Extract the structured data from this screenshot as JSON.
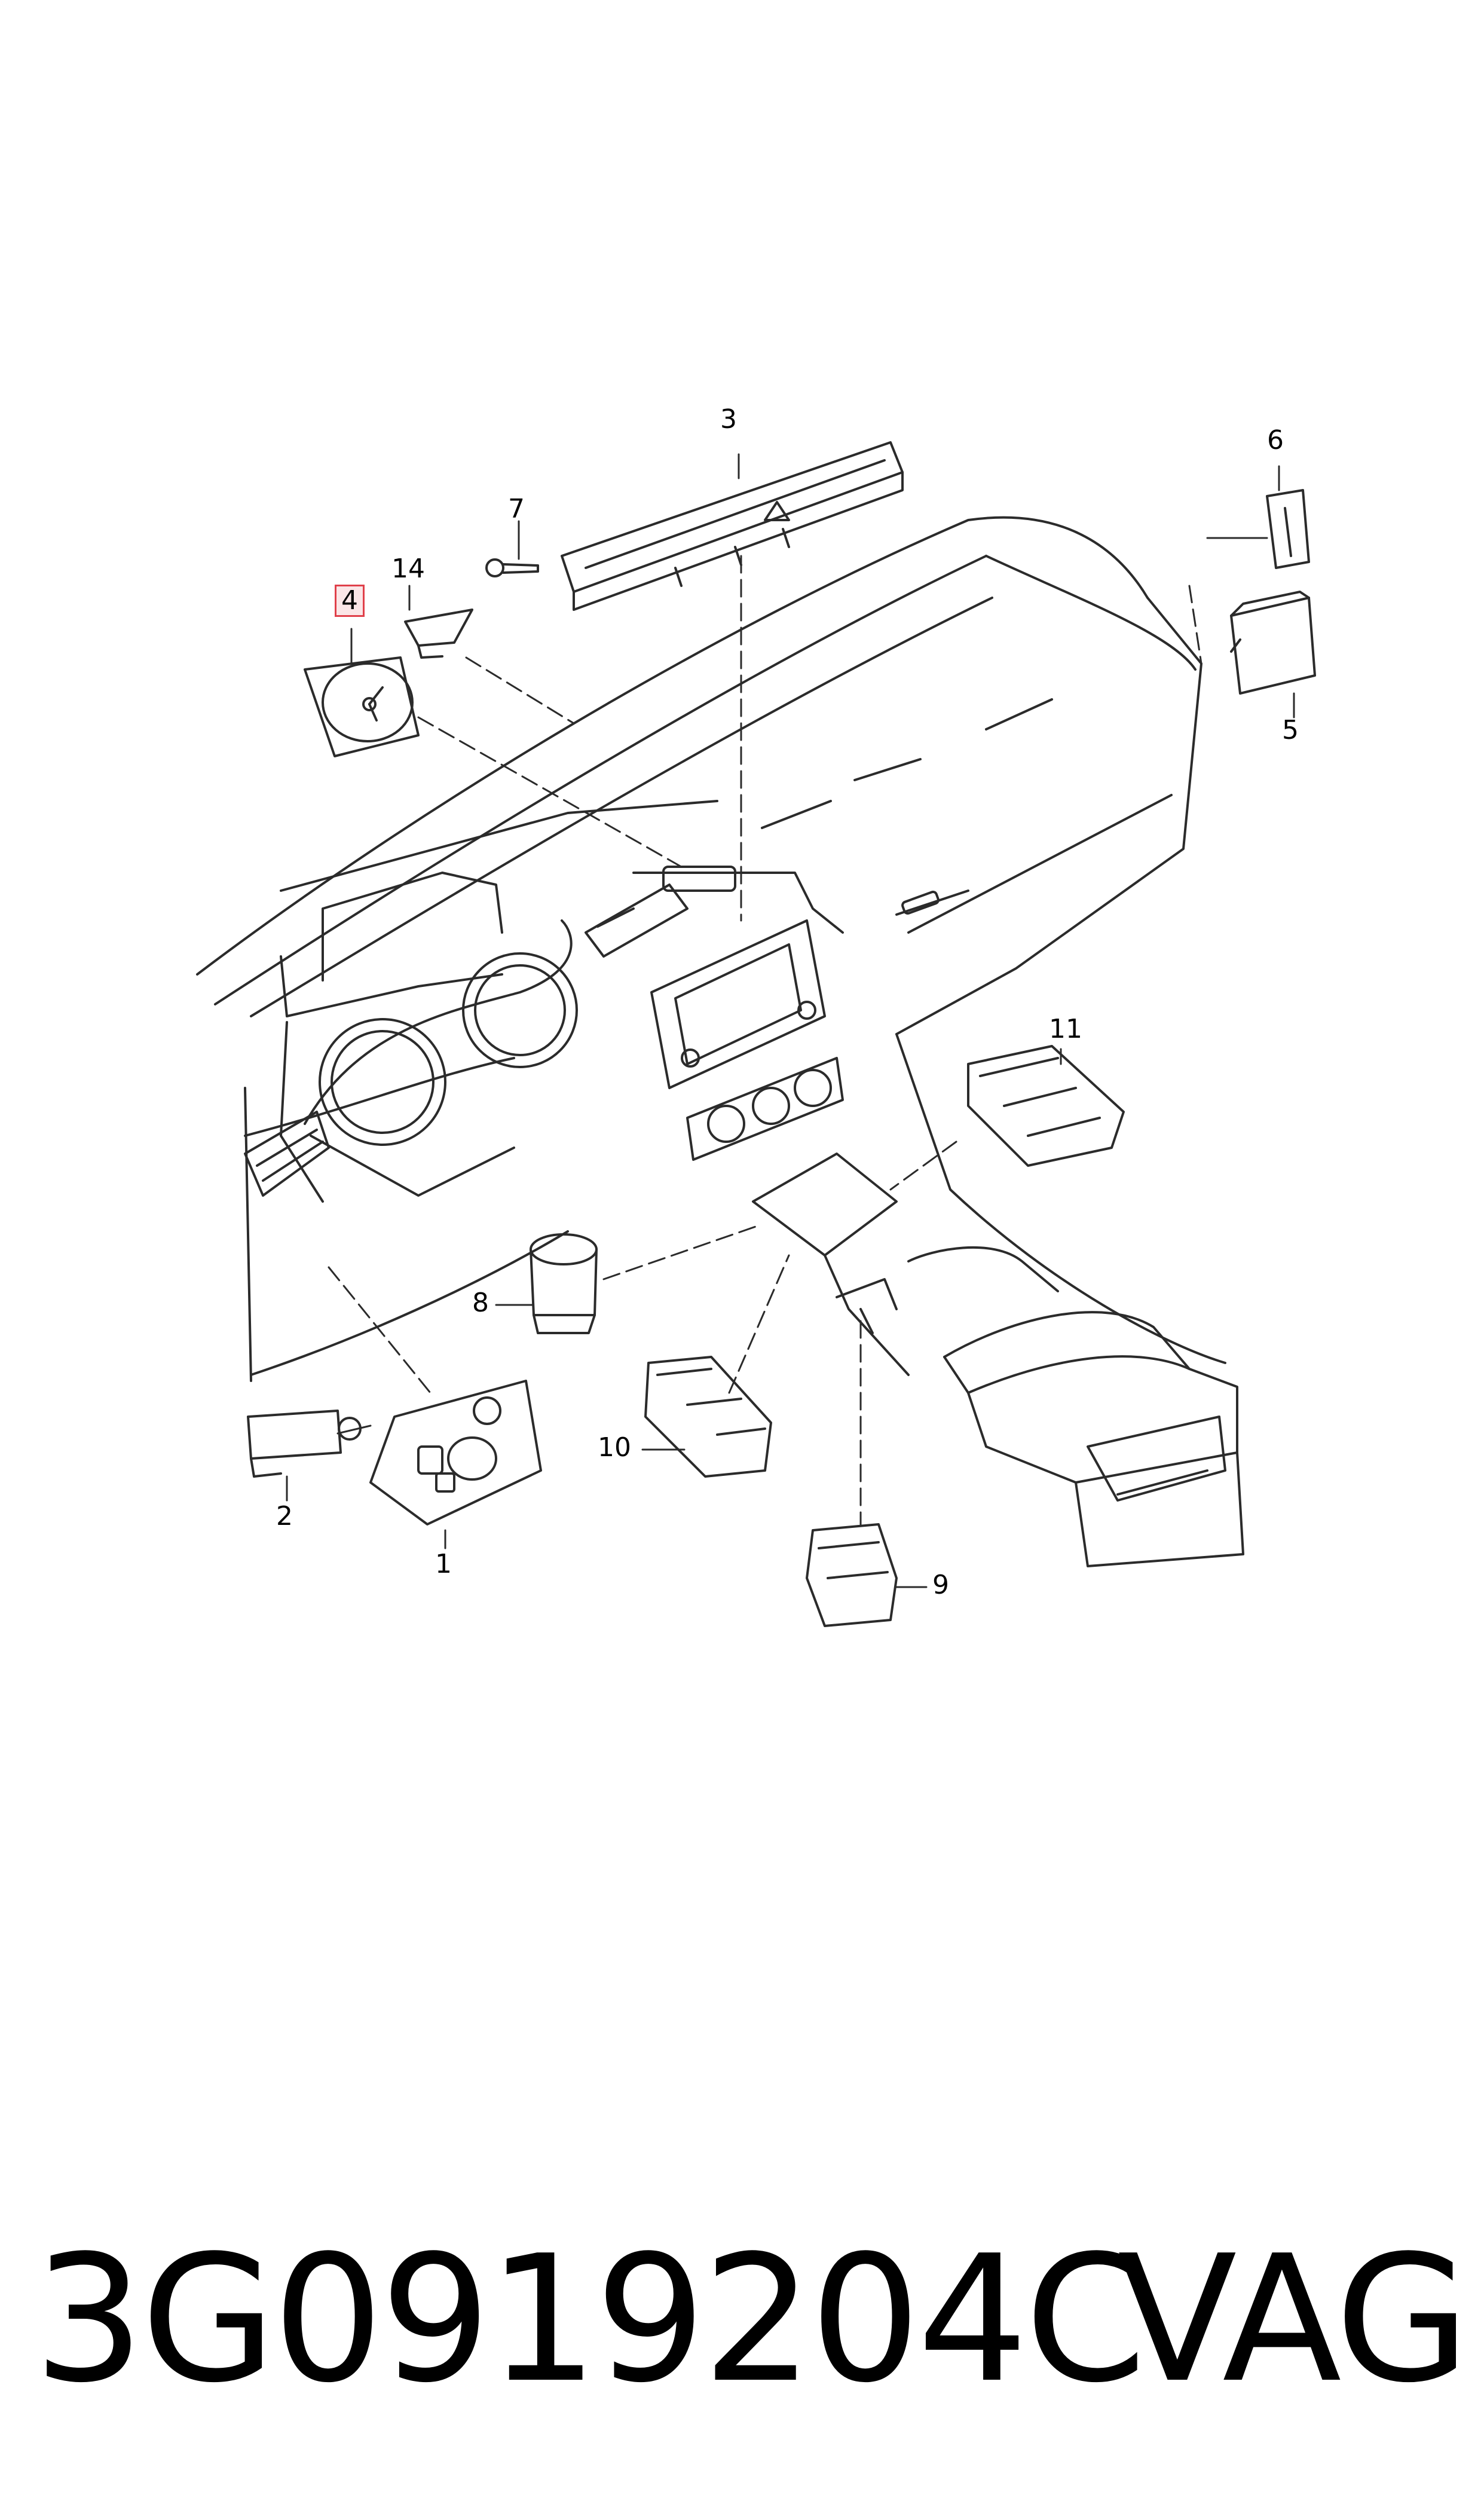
{
  "callouts": [
    {
      "id": "1",
      "label": "1"
    },
    {
      "id": "2",
      "label": "2"
    },
    {
      "id": "3",
      "label": "3"
    },
    {
      "id": "4",
      "label": "4",
      "highlighted": true
    },
    {
      "id": "5",
      "label": "5"
    },
    {
      "id": "6",
      "label": "6"
    },
    {
      "id": "7",
      "label": "7"
    },
    {
      "id": "8",
      "label": "8"
    },
    {
      "id": "9",
      "label": "9"
    },
    {
      "id": "10",
      "label": "10"
    },
    {
      "id": "11",
      "label": "11"
    },
    {
      "id": "14",
      "label": "14"
    }
  ],
  "part_number": "3G0919204C",
  "brand": "VAG",
  "colors": {
    "line": "#2b2b2b",
    "highlight_border": "#e0404a",
    "highlight_fill": "#fbe6e7",
    "background": "#ffffff"
  }
}
